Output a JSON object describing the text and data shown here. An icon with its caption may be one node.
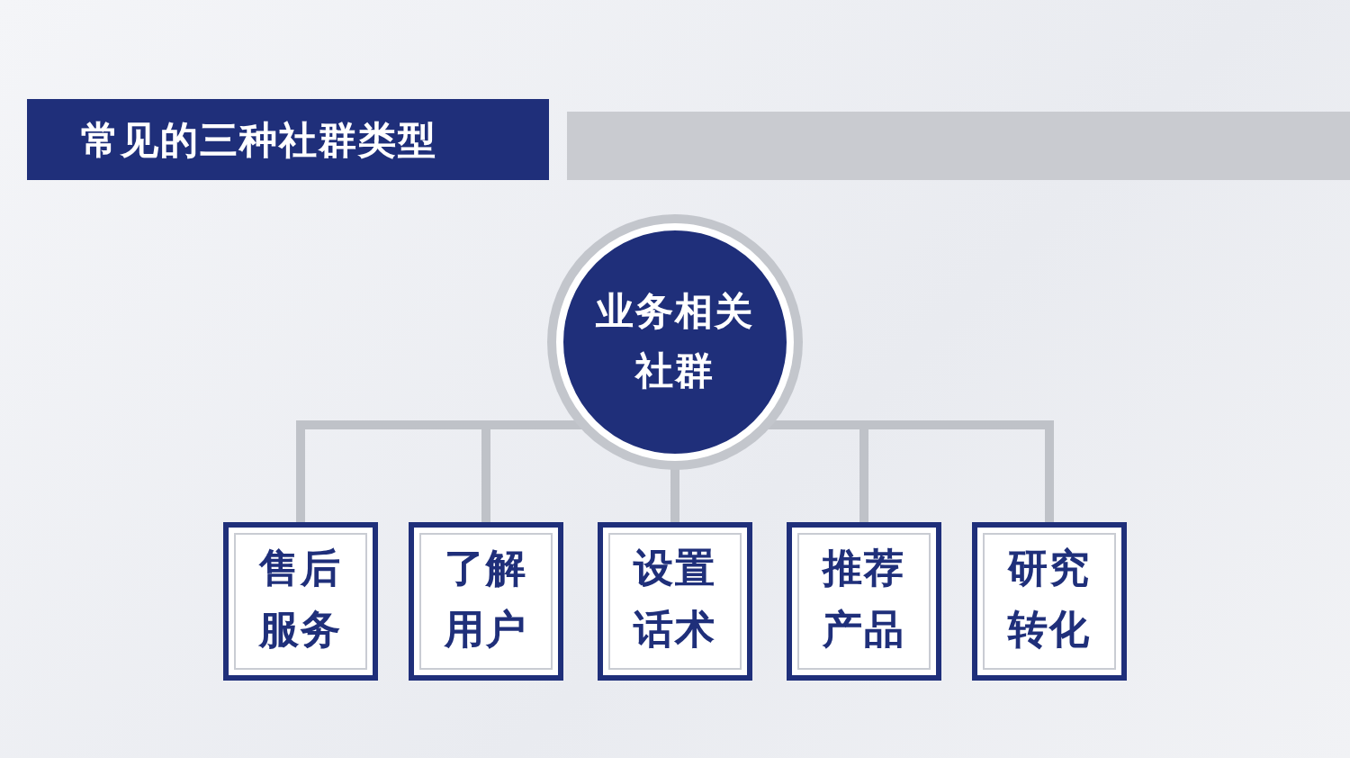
{
  "diagram": {
    "title": "常见的三种社群类型",
    "nodes": [
      {
        "text": [
          "业务相关社群"
        ]
      },
      {
        "text": [
          "售后服务"
        ]
      },
      {
        "text": [
          "了解用户"
        ]
      },
      {
        "text": [
          "设置话术"
        ]
      },
      {
        "text": [
          "推荐产品"
        ]
      },
      {
        "text": [
          "研究转化"
        ]
      }
    ],
    "edges": [
      {
        "from": 0,
        "to": 1,
        "arrow": "none"
      },
      {
        "from": 0,
        "to": 2,
        "arrow": "none"
      },
      {
        "from": 0,
        "to": 3,
        "arrow": "none"
      },
      {
        "from": 0,
        "to": 4,
        "arrow": "none"
      },
      {
        "from": 0,
        "to": 5,
        "arrow": "none"
      }
    ]
  }
}
